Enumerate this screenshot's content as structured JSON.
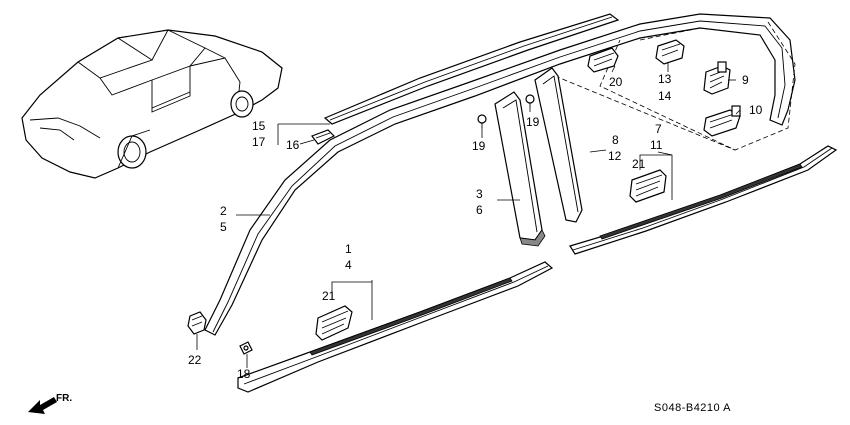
{
  "diagram": {
    "callouts": {
      "c1": "1",
      "c4": "4",
      "c2": "2",
      "c5": "5",
      "c3": "3",
      "c6": "6",
      "c7": "7",
      "c11": "11",
      "c8": "8",
      "c12": "12",
      "c9": "9",
      "c10": "10",
      "c13": "13",
      "c14": "14",
      "c15": "15",
      "c17": "17",
      "c16": "16",
      "c18": "18",
      "c19a": "19",
      "c19b": "19",
      "c20": "20",
      "c21a": "21",
      "c21b": "21",
      "c22": "22"
    },
    "direction_label": "FR.",
    "diagram_code": "S048-B4210 A"
  }
}
